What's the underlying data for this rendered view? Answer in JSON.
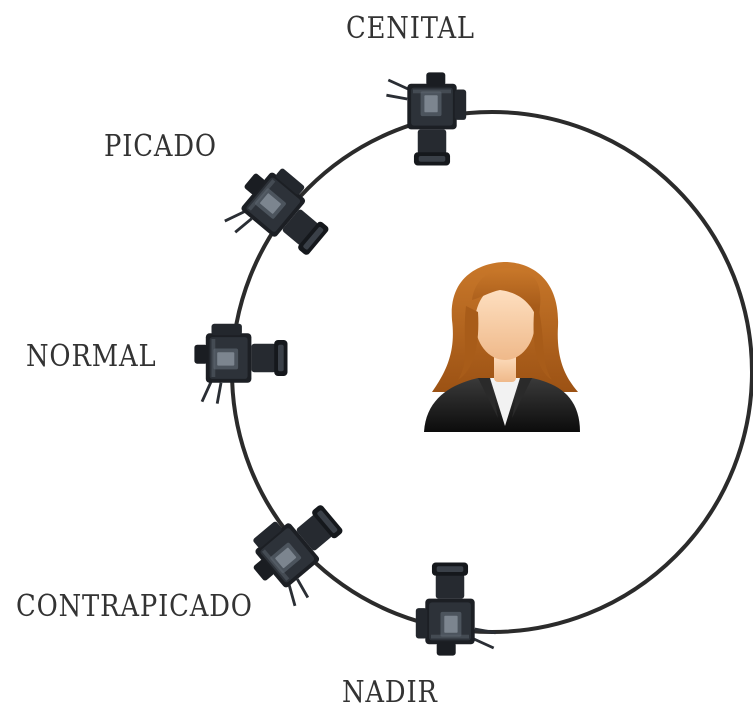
{
  "labels": {
    "cenital": "CENITAL",
    "picado": "PICADO",
    "normal": "NORMAL",
    "contrapicado": "CONTRAPICADO",
    "nadir": "NADIR"
  },
  "colors": {
    "orbit": "#2b2b2b",
    "camera_dark": "#1c1f24",
    "camera_mid": "#3a4048",
    "camera_light": "#6a727c",
    "hair": "#b8651c",
    "skin": "#f4c9a0",
    "suit": "#151515",
    "label_text": "#333333"
  },
  "icons": {
    "camera": "camera-icon",
    "person": "person-icon"
  }
}
